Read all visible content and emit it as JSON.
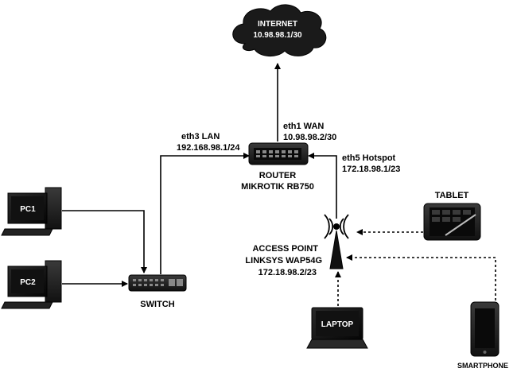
{
  "internet": {
    "title": "INTERNET",
    "ip": "10.98.98.1/30"
  },
  "router": {
    "name": "ROUTER",
    "model": "MIKROTIK RB750",
    "wan": {
      "iface": "eth1 WAN",
      "ip": "10.98.98.2/30"
    },
    "lan": {
      "iface": "eth3 LAN",
      "ip": "192.168.98.1/24"
    },
    "hotspot": {
      "iface": "eth5 Hotspot",
      "ip": "172.18.98.1/23"
    }
  },
  "access_point": {
    "name": "ACCESS POINT",
    "model": "LINKSYS WAP54G",
    "ip": "172.18.98.2/23"
  },
  "switch": {
    "name": "SWITCH"
  },
  "pcs": [
    {
      "name": "PC1"
    },
    {
      "name": "PC2"
    }
  ],
  "wireless_clients": {
    "tablet": "TABLET",
    "laptop": "LAPTOP",
    "smartphone": "SMARTPHONE"
  },
  "colors": {
    "device": "#1c1c1c",
    "screen": "#0c0c0c",
    "line": "#000000"
  }
}
